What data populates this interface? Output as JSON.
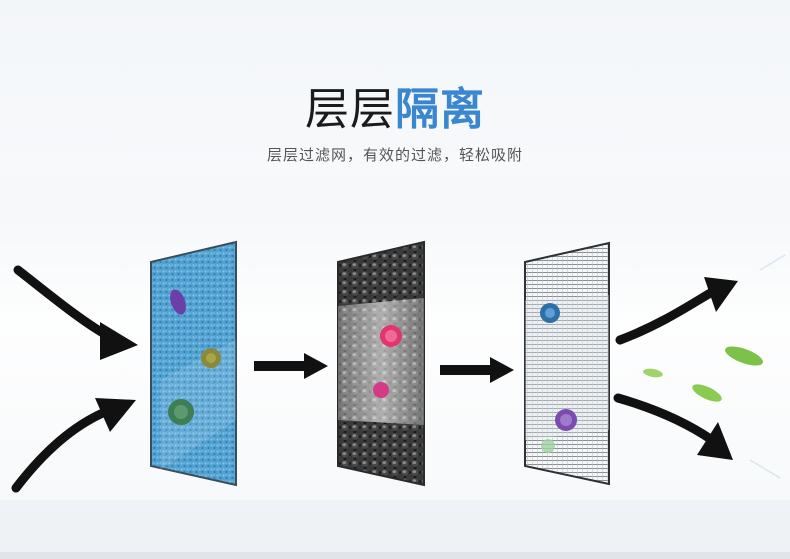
{
  "header": {
    "title_main": "层层",
    "title_accent": "隔离",
    "subtitle": "层层过滤网，有效的过滤，轻松吸附"
  },
  "colors": {
    "accent": "#3a86cf",
    "title": "#1b1b1b",
    "subtitle": "#555555",
    "arrow": "#111111",
    "leaf": "#7cc24a"
  },
  "illustration": {
    "panels": [
      "pre-filter-panel",
      "carbon-mesh-panel",
      "hepa-panel"
    ],
    "icons": [
      "incoming-arrow-icon",
      "right-arrow-icon",
      "outgoing-arrow-icon",
      "leaf-icon",
      "germ-icon"
    ]
  }
}
